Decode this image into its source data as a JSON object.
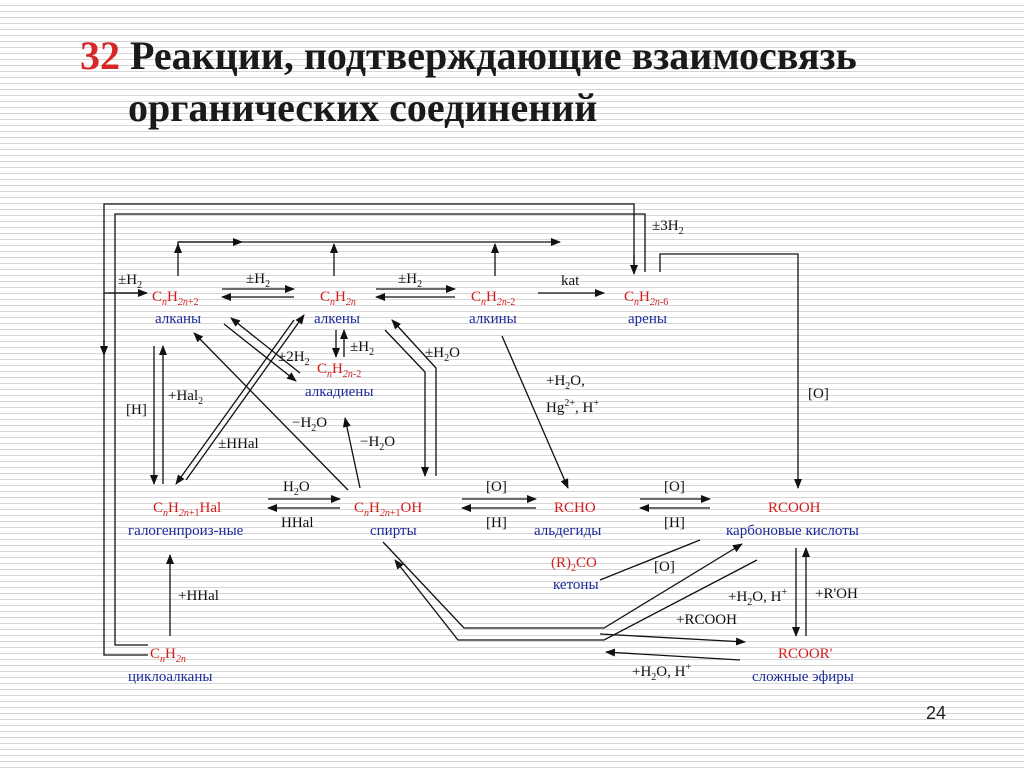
{
  "title": {
    "number": "32",
    "line1": "Реакции, подтверждающие взаимосвязь",
    "line2": "органических соединений"
  },
  "page_number": "24",
  "compounds": {
    "alkanes": {
      "name": "алканы"
    },
    "alkenes": {
      "name": "алкены"
    },
    "alkynes": {
      "name": "алкины"
    },
    "arenes": {
      "name": "арены"
    },
    "alkadienes": {
      "name": "алкадиены"
    },
    "haloalkanes": {
      "name": "галогенпроиз-ные"
    },
    "alcohols": {
      "name": "спирты"
    },
    "aldehydes": {
      "formula": "RCHO",
      "name": "альдегиды"
    },
    "ketones": {
      "formula": "(R)2CO",
      "name": "кетоны"
    },
    "acids": {
      "formula": "RCOOH",
      "name": "карбоновые кислоты"
    },
    "cycloalkanes": {
      "name": "циклоалканы"
    },
    "esters": {
      "formula": "RCOOR'",
      "name": "сложные эфиры"
    }
  },
  "conditions": {
    "h2_top": "±3H2",
    "h2_left": "±H2",
    "h2_alkanes_alkenes": "±H2",
    "h2_alkenes_alkynes": "±H2",
    "kat": "kat",
    "h2_2": "±2H2",
    "h2_dienes": "±H2",
    "h2o_alkenes": "±H2O",
    "hydration_1": "+H2O,",
    "hydration_2": "Hg2+, H+",
    "o_acids": "[O]",
    "h_reduce": "[H]",
    "hal2": "+Hal2",
    "minus_h2o_1": "−H2O",
    "minus_h2o_2": "−H2O",
    "hhal": "±HHal",
    "h2o_sub": "H2O",
    "hhal_sub": "HHal",
    "o_alc": "[O]",
    "h_alc": "[H]",
    "o_ald": "[O]",
    "h_ald": "[H]",
    "o_ket": "[O]",
    "hhal_add": "+HHal",
    "ester_hyd": "+H2O, H+",
    "rooh": "+R'OH",
    "rcooh": "+RCOOH",
    "ester_hyd2": "+H2O, H+"
  }
}
